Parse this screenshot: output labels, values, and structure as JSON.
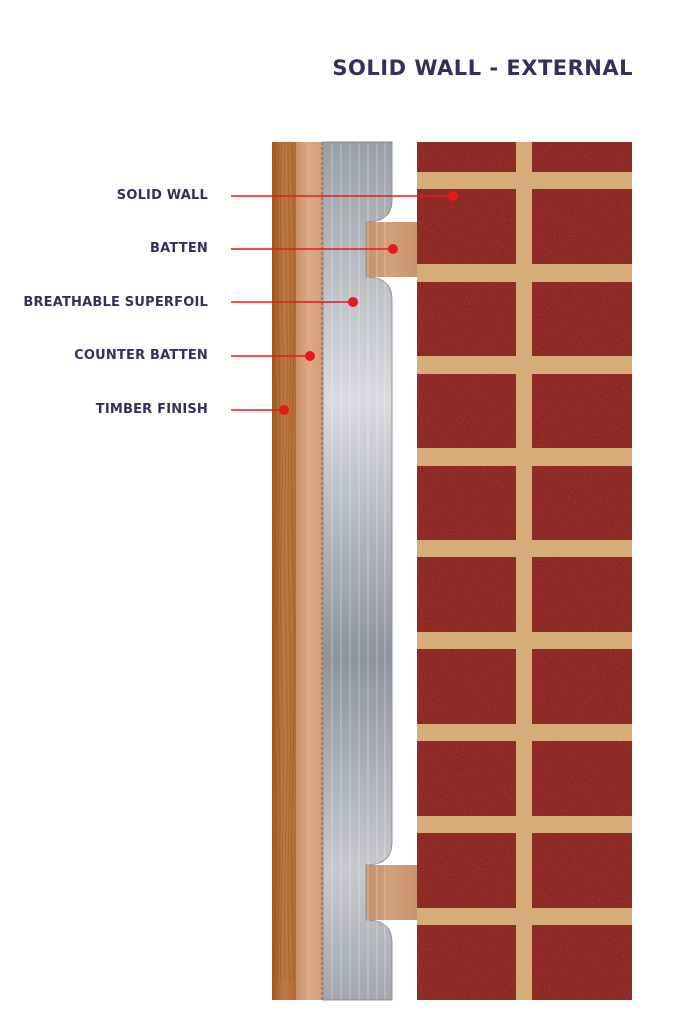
{
  "title": "SOLID WALL - EXTERNAL",
  "labels": {
    "solid_wall": "SOLID WALL",
    "batten": "BATTEN",
    "breathable_superfoil": "BREATHABLE SUPERFOIL",
    "counter_batten": "COUNTER BATTEN",
    "timber_finish": "TIMBER FINISH"
  },
  "colors": {
    "title_text": "#343059",
    "leader_line": "#e8191e",
    "brick": "#8b2523",
    "mortar": "#d6ad78",
    "timber": "#b8703a",
    "counter_batten": "#d6a17a",
    "foil": "#a9acb3",
    "batten": "#cf9a72"
  }
}
